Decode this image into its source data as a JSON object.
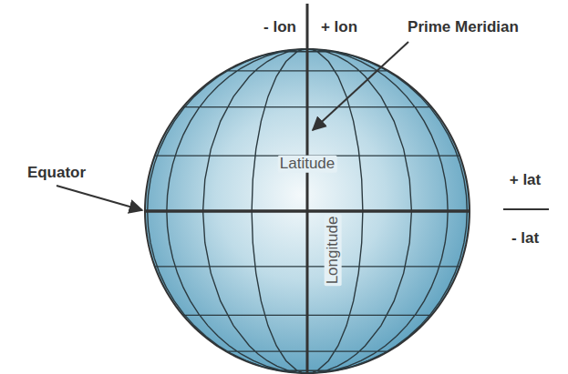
{
  "diagram": {
    "labels": [
      "- lon",
      "+ lon",
      "Prime Meridian",
      "Equator",
      "Latitude",
      "Longitude",
      "+ lat",
      "- lat"
    ]
  }
}
